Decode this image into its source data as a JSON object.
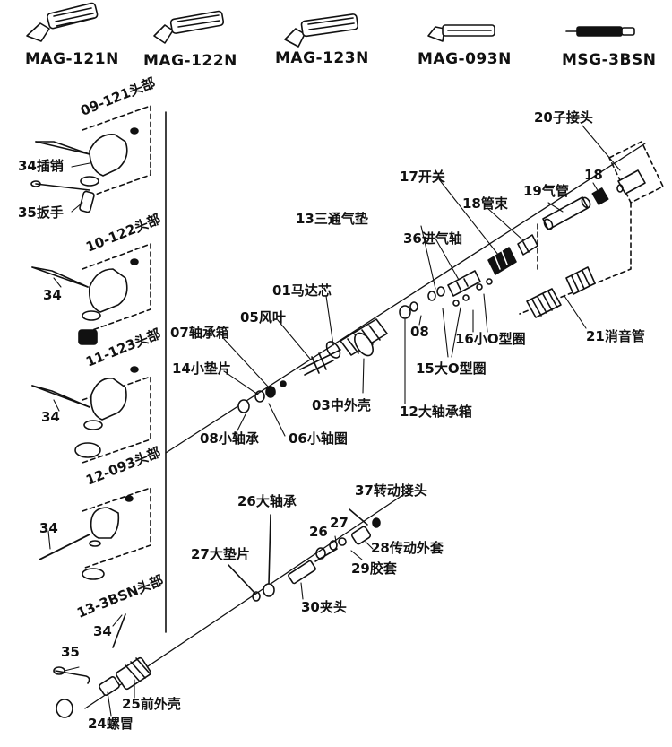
{
  "models": [
    "MAG-121N",
    "MAG-122N",
    "MAG-123N",
    "MAG-093N",
    "MSG-3BSN"
  ],
  "parts": {
    "p01": "01马达芯",
    "p03": "03中外壳",
    "p05": "05风叶",
    "p06": "06小轴圈",
    "p07": "07轴承箱",
    "p08a": "08小轴承",
    "p08b": "08",
    "p09": "09-121头部",
    "p10": "10-122头部",
    "p11": "11-123头部",
    "p12": "12-093头部",
    "p12b": "12大轴承箱",
    "p13": "13三通气垫",
    "p13b": "13-3BSN头部",
    "p14": "14小垫片",
    "p15": "15大O型圈",
    "p16": "16小O型圈",
    "p17": "17开关",
    "p18": "18管束",
    "p18b": "18",
    "p19": "19气管",
    "p20": "20子接头",
    "p21": "21消音管",
    "p24": "24螺冒",
    "p25": "25前外壳",
    "p26": "26",
    "p26b": "26大轴承",
    "p27": "27",
    "p27b": "27大垫片",
    "p28": "28传动外套",
    "p29": "29胶套",
    "p30": "30夹头",
    "p34a": "34插销",
    "p34b": "34",
    "p34c": "34",
    "p34d": "34",
    "p34e": "34",
    "p35a": "35扳手",
    "p35b": "35",
    "p36": "36进气轴",
    "p37": "37转动接头"
  }
}
